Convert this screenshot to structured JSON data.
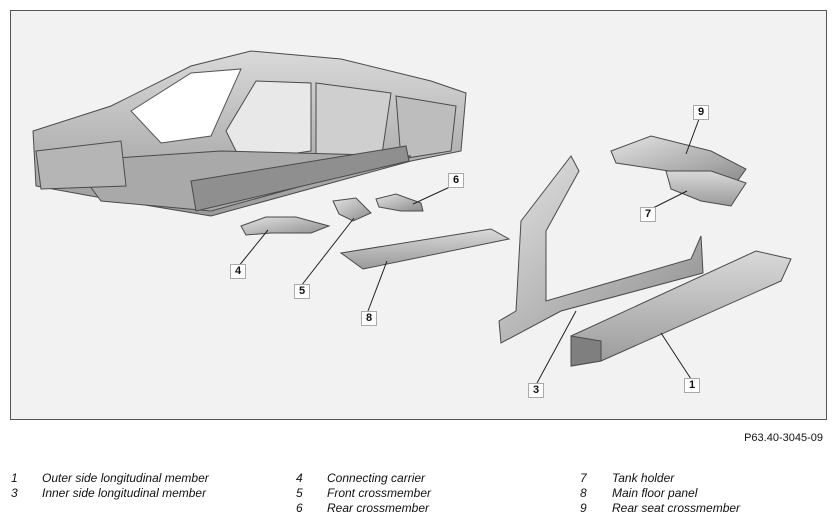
{
  "callouts": [
    {
      "id": "9",
      "label": "9"
    },
    {
      "id": "6",
      "label": "6"
    },
    {
      "id": "7",
      "label": "7"
    },
    {
      "id": "4",
      "label": "4"
    },
    {
      "id": "5",
      "label": "5"
    },
    {
      "id": "8",
      "label": "8"
    },
    {
      "id": "3",
      "label": "3"
    },
    {
      "id": "1",
      "label": "1"
    }
  ],
  "reference_code": "P63.40-3045-09",
  "legend": [
    {
      "num": "1",
      "text": "Outer side longitudinal member"
    },
    {
      "num": "3",
      "text": "Inner side longitudinal member"
    },
    {
      "num": "4",
      "text": "Connecting carrier"
    },
    {
      "num": "5",
      "text": "Front crossmember"
    },
    {
      "num": "6",
      "text": "Rear crossmember"
    },
    {
      "num": "7",
      "text": "Tank holder"
    },
    {
      "num": "8",
      "text": "Main floor panel"
    },
    {
      "num": "9",
      "text": "Rear seat crossmember"
    }
  ]
}
